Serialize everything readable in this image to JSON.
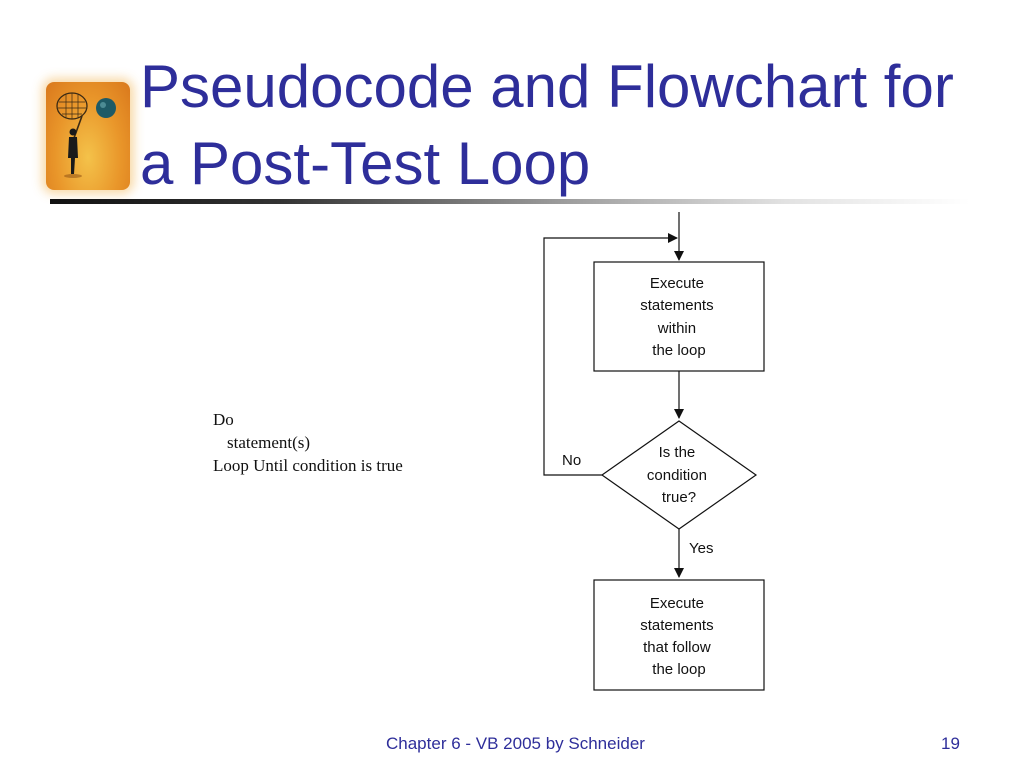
{
  "slide": {
    "title_line1": "Pseudocode and Flowchart for",
    "title_line2": "a Post-Test Loop",
    "footer": "Chapter 6 - VB 2005 by Schneider",
    "page_number": "19"
  },
  "pseudocode": {
    "line1": "Do",
    "line2": "statement(s)",
    "line3": "Loop Until condition is true"
  },
  "flowchart": {
    "box1": [
      "Execute",
      "statements",
      "within",
      "the loop"
    ],
    "decision": [
      "Is the",
      "condition",
      "true?"
    ],
    "no_label": "No",
    "yes_label": "Yes",
    "box2": [
      "Execute",
      "statements",
      "that follow",
      "the loop"
    ]
  },
  "logo": {
    "icon": "person-catching-globe-with-net-icon"
  }
}
